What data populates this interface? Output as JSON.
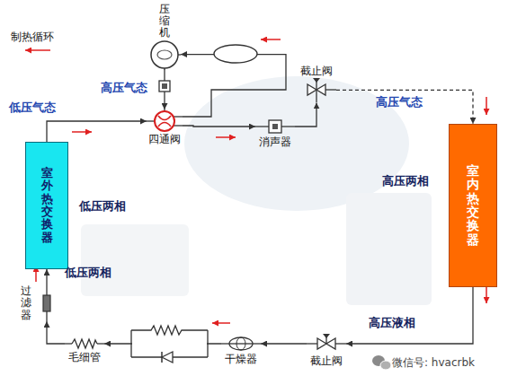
{
  "diagram": {
    "title": "制热循环",
    "nodes": [
      {
        "text": [
          "压缩机"
        ]
      },
      {
        "text": [
          "截止阀"
        ]
      },
      {
        "text": [
          "四通阀"
        ]
      },
      {
        "text": [
          "消声器"
        ]
      },
      {
        "text": [
          "室外热交换器"
        ]
      },
      {
        "text": [
          "室内热交换器"
        ]
      },
      {
        "text": [
          "过滤器"
        ]
      },
      {
        "text": [
          "毛细管"
        ]
      },
      {
        "text": [
          "干燥器"
        ]
      },
      {
        "text": [
          "截止阀"
        ]
      }
    ],
    "edges": [
      {
        "from": 0,
        "to": 2,
        "arrow": "to"
      },
      {
        "from": 2,
        "to": 3,
        "arrow": "to"
      },
      {
        "from": 3,
        "to": 1,
        "arrow": "to"
      },
      {
        "from": 1,
        "to": 5,
        "arrow": "to"
      },
      {
        "from": 5,
        "to": 9,
        "arrow": "to"
      },
      {
        "from": 9,
        "to": 8,
        "arrow": "to"
      },
      {
        "from": 8,
        "to": 7,
        "arrow": "to"
      },
      {
        "from": 7,
        "to": 6,
        "arrow": "to"
      },
      {
        "from": 6,
        "to": 4,
        "arrow": "to"
      },
      {
        "from": 4,
        "to": 2,
        "arrow": "to"
      },
      {
        "from": 2,
        "to": 0,
        "arrow": "to"
      }
    ],
    "labels": [
      "高压气态",
      "低压气态",
      "高压气态",
      "高压两相",
      "低压两相",
      "低压两相",
      "高压液相",
      "微信号: hvacrbk"
    ]
  }
}
